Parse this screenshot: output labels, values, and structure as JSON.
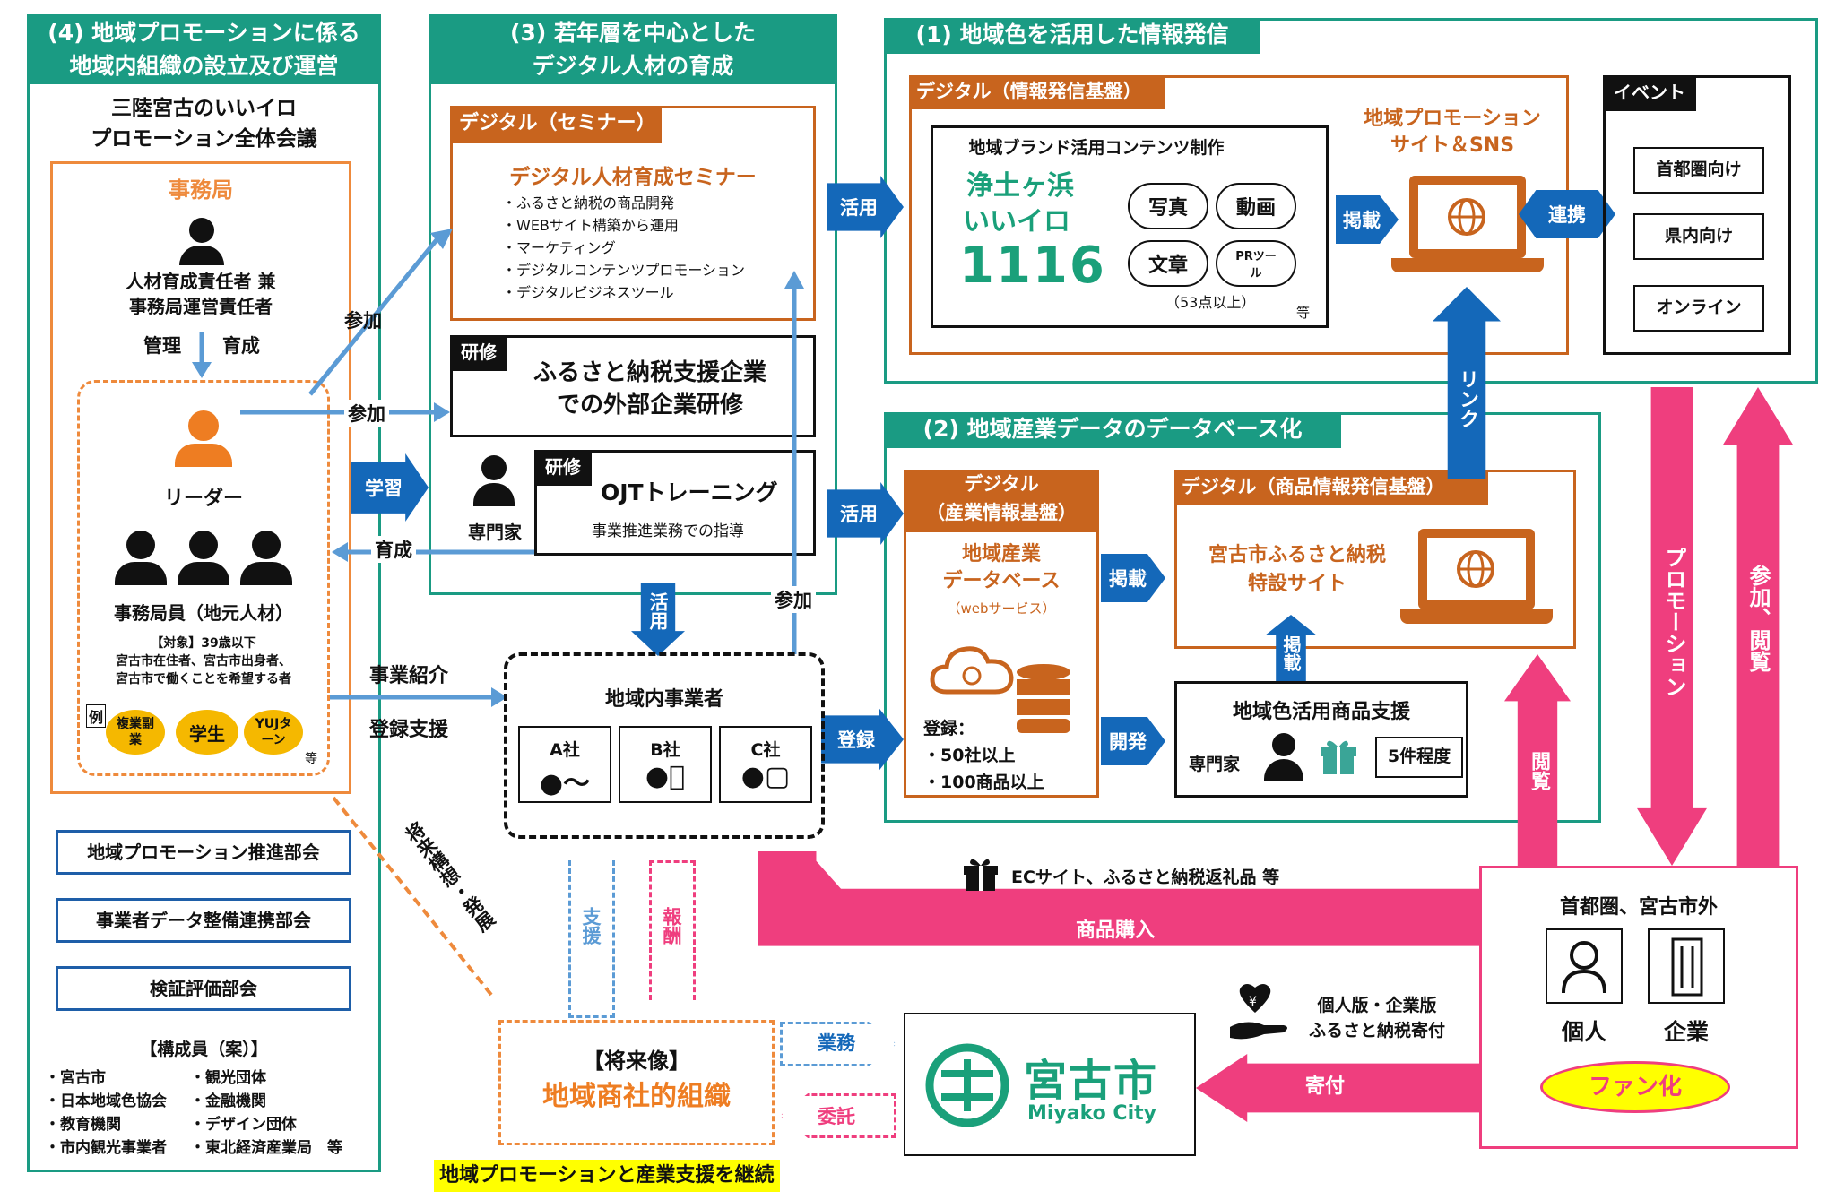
{
  "sec4": {
    "title_line1": "(4) 地域プロモーションに係る",
    "title_line2": "地域内組織の設立及び運営",
    "council_line1": "三陸宮古のいいイロ",
    "council_line2": "プロモーション全体会議",
    "office_title": "事務局",
    "manager_line1": "人材育成責任者 兼",
    "manager_line2": "事務局運営責任者",
    "manage_label": "管理",
    "develop_label": "育成",
    "leader_label": "リーダー",
    "staff_label": "事務局員（地元人材）",
    "target_line1": "【対象】39歳以下",
    "target_line2": "宮古市在住者、宮古市出身者、",
    "target_line3": "宮古市で働くことを希望する者",
    "example_label": "例",
    "circles": [
      "複業副業",
      "学生",
      "YUJターン"
    ],
    "etc": "等",
    "subcommittees": [
      "地域プロモーション推進部会",
      "事業者データ整備連携部会",
      "検証評価部会"
    ],
    "members_title": "【構成員（案）】",
    "members_left": [
      "・宮古市",
      "・日本地域色協会",
      "・教育機関",
      "・市内観光事業者"
    ],
    "members_right": [
      "・観光団体",
      "・金融機関",
      "・デザイン団体",
      "・東北経済産業局　等"
    ]
  },
  "sec3": {
    "title_line1": "(3) 若年層を中心とした",
    "title_line2": "デジタル人材の育成",
    "seminar_tag": "デジタル（セミナー）",
    "seminar_title": "デジタル人材育成セミナー",
    "seminar_items": [
      "・ふるさと納税の商品開発",
      "・WEBサイト構築から運用",
      "・マーケティング",
      "・デジタルコンテンツプロモーション",
      "・デジタルビジネスツール"
    ],
    "training_tag": "研修",
    "training_line1": "ふるさと納税支援企業",
    "training_line2": "での外部企業研修",
    "ojt_tag": "研修",
    "ojt_title": "OJTトレーニング",
    "ojt_sub": "事業推進業務での指導",
    "expert_label": "専門家"
  },
  "sec1": {
    "title": "(1) 地域色を活用した情報発信",
    "platform_tag": "デジタル（情報発信基盤）",
    "content_title": "地域ブランド活用コンテンツ制作",
    "logo_line1": "浄土ヶ浜",
    "logo_line2": "いいイロ",
    "logo_num": "1116",
    "pills": [
      "写真",
      "動画",
      "文章",
      "PRツール"
    ],
    "count_note": "（53点以上）",
    "etc": "等",
    "keisai": "掲載",
    "site_line1": "地域プロモーション",
    "site_line2": "サイト＆SNS",
    "renkei": "連携",
    "event_tag": "イベント",
    "event_items": [
      "首都圏向け",
      "県内向け",
      "オンライン"
    ]
  },
  "sec2": {
    "title": "(2) 地域産業データのデータベース化",
    "db_tag_line1": "デジタル",
    "db_tag_line2": "（産業情報基盤）",
    "db_line1": "地域産業",
    "db_line2": "データベース",
    "db_line3": "（webサービス）",
    "reg_line1": "登録：",
    "reg_line2": "・50社以上",
    "reg_line3": "・100商品以上",
    "keisai": "掲載",
    "kaihatsu": "開発",
    "product_tag": "デジタル（商品情報発信基盤）",
    "product_line1": "宮古市ふるさと納税",
    "product_line2": "特設サイト",
    "keisai2": "掲載",
    "support_title": "地域色活用商品支援",
    "support_expert": "専門家",
    "support_count": "5件程度"
  },
  "arrows": {
    "katsuyo1": "活用",
    "katsuyo2": "活用",
    "katsuyo3": "活用",
    "sanka1": "参加",
    "sanka2": "参加",
    "sanka3": "参加",
    "gakushu": "学習",
    "ikusei": "育成",
    "jigyo_shokai": "事業紹介",
    "toroku_shien": "登録支援",
    "toroku": "登録",
    "link": "リンク",
    "promotion": "プロモーション",
    "sanka_etsuran": "参加、閲覧",
    "etsuran": "閲覧",
    "ec_note": "ECサイト、ふるさと納税返礼品 等",
    "shohin_konyu": "商品購入",
    "kifu": "寄付",
    "kifu_note_line1": "個人版・企業版",
    "kifu_note_line2": "ふるさと納税寄付",
    "shien": "支援",
    "hoshu": "報酬",
    "gyomu": "業務",
    "itaku": "委託",
    "future_dev": "将来構想・発展"
  },
  "business": {
    "title": "地域内事業者",
    "companies": [
      "A社",
      "B社",
      "C社"
    ]
  },
  "future": {
    "line1": "【将来像】",
    "line2": "地域商社的組織"
  },
  "miyako": {
    "name_jp": "宮古市",
    "name_en": "Miyako City"
  },
  "fans": {
    "title": "首都圏、宮古市外",
    "individual": "個人",
    "company": "企業",
    "fanka": "ファン化"
  },
  "footer": "地域プロモーションと産業支援を継続",
  "colors": {
    "teal": "#1a9b83",
    "orange": "#c8641e",
    "light_orange": "#ee8a3c",
    "blue": "#1468b9",
    "pink": "#ef3e7e",
    "yellow": "#f5b800"
  }
}
